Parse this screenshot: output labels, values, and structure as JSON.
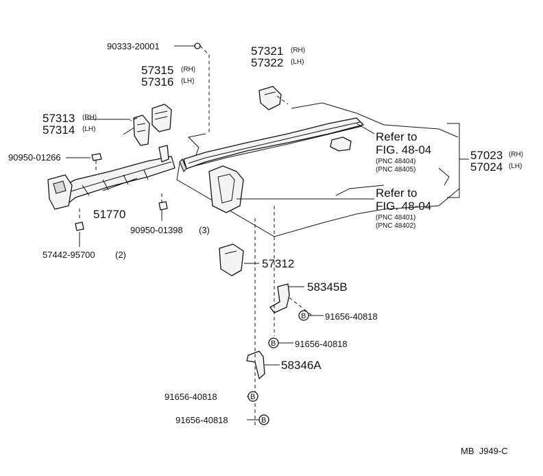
{
  "parts": {
    "p90333": "90333-20001",
    "p57321": "57321",
    "p57321_side": "(RH)",
    "p57322": "57322",
    "p57322_side": "(LH)",
    "p57315": "57315",
    "p57315_side": "(RH)",
    "p57316": "57316",
    "p57316_side": "(LH)",
    "p57313": "57313",
    "p57313_side": "(RH)",
    "p57314": "57314",
    "p57314_side": "(LH)",
    "p90950a": "90950-01266",
    "p51770": "51770",
    "p90950b": "90950-01398",
    "p90950b_qty": "(3)",
    "p57442": "57442-95700",
    "p57442_qty": "(2)",
    "p57312": "57312",
    "p58345": "58345B",
    "p91656a": "91656-40818",
    "p91656b": "91656-40818",
    "p58346": "58346A",
    "p91656c": "91656-40818",
    "p91656d": "91656-40818",
    "p57023": "57023",
    "p57023_side": "(RH)",
    "p57024": "57024",
    "p57024_side": "(LH)"
  },
  "refs": {
    "upper_refer": "Refer to",
    "upper_fig": "FIG. 48-04",
    "upper_pnc1": "(PNC 48404)",
    "upper_pnc2": "(PNC 48405)",
    "lower_refer": "Refer to",
    "lower_fig": "FIG. 48-04",
    "lower_pnc1": "(PNC 48401)",
    "lower_pnc2": "(PNC 48402)"
  },
  "bolt_marker": "B",
  "diagram_code": "MB  J949-C"
}
